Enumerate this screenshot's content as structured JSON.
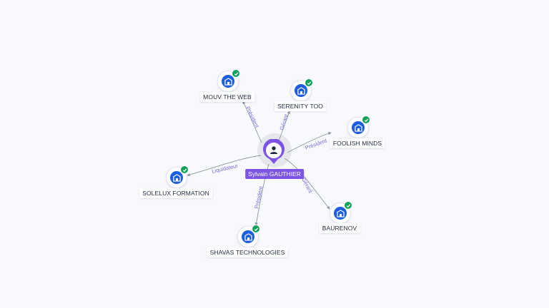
{
  "person": {
    "name": "Sylvain GAUTHIER",
    "icon": "person-icon"
  },
  "companies": [
    {
      "id": "mouv-the-web",
      "name": "MOUV THE WEB",
      "role": "Président",
      "verified": true,
      "icon": "building-icon"
    },
    {
      "id": "serenity-too",
      "name": "SERENITY TOO",
      "role": "Gérant",
      "verified": true,
      "icon": "building-icon"
    },
    {
      "id": "foolish-minds",
      "name": "FOOLISH MINDS",
      "role": "Président",
      "verified": true,
      "icon": "building-icon"
    },
    {
      "id": "solelux-formation",
      "name": "SOLELUX FORMATION",
      "role": "Liquidateur",
      "verified": true,
      "icon": "building-icon"
    },
    {
      "id": "baurenov",
      "name": "BAURENOV",
      "role": "Gérant",
      "verified": true,
      "icon": "building-icon"
    },
    {
      "id": "shavas-technologies",
      "name": "SHAVAS TECHNOLOGIES",
      "role": "Président",
      "verified": true,
      "icon": "building-icon"
    }
  ],
  "colors": {
    "background": "#f8f9fc",
    "person_accent": "#7d55e6",
    "company_icon": "#1d5de0",
    "verified_badge": "#13a05a",
    "edge": "#8f95a3",
    "edge_label": "#7b6be0"
  }
}
